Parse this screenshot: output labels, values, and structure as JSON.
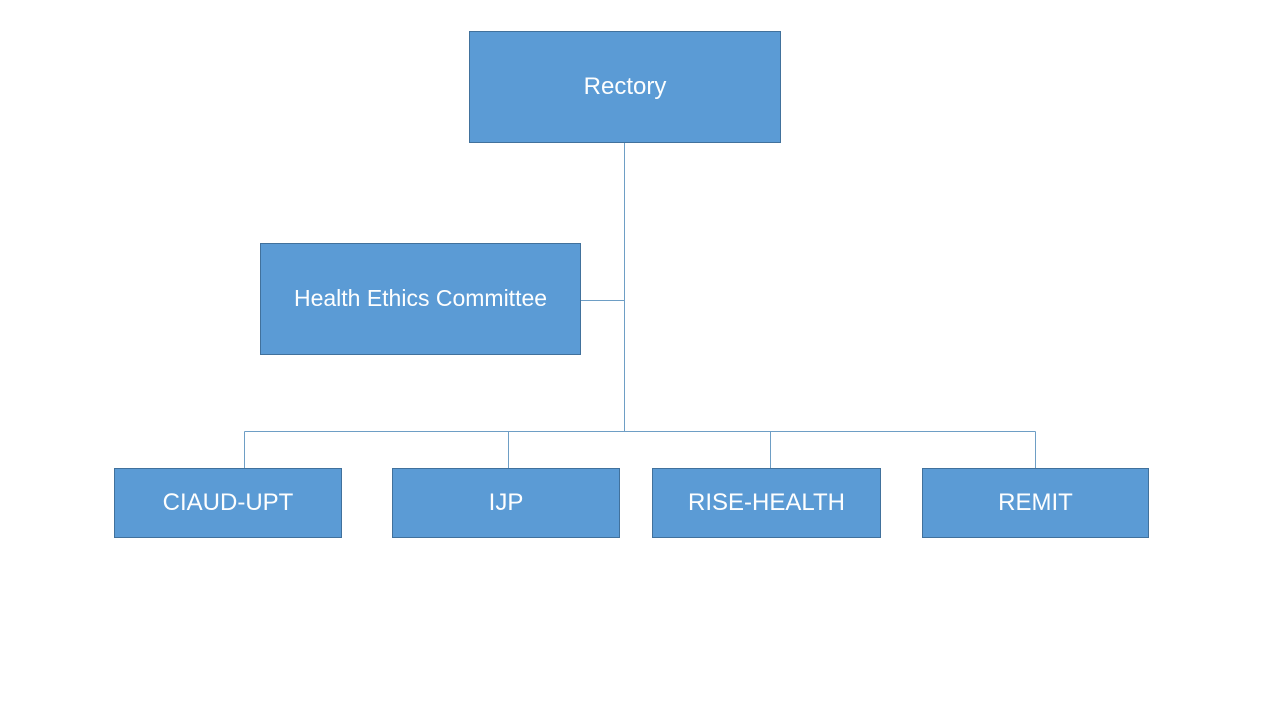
{
  "diagram": {
    "type": "org-chart",
    "colors": {
      "background": "#ffffff",
      "node_fill": "#5b9bd5",
      "node_border": "#41719c",
      "connector": "#6e9ec5",
      "label_text": "#fdfefe"
    },
    "nodes": [
      {
        "id": "rectory",
        "label": "Rectory",
        "role": "root"
      },
      {
        "id": "health-ethics-committee",
        "label": "Health Ethics Committee",
        "role": "assistant"
      },
      {
        "id": "ciaud-upt",
        "label": "CIAUD-UPT",
        "role": "child"
      },
      {
        "id": "ijp",
        "label": "IJP",
        "role": "child"
      },
      {
        "id": "rise-health",
        "label": "RISE-HEALTH",
        "role": "child"
      },
      {
        "id": "remit",
        "label": "REMIT",
        "role": "child"
      }
    ],
    "edges": [
      {
        "from": "Rectory",
        "to": "Health Ethics Committee"
      },
      {
        "from": "Rectory",
        "to": "CIAUD-UPT"
      },
      {
        "from": "Rectory",
        "to": "IJP"
      },
      {
        "from": "Rectory",
        "to": "RISE-HEALTH"
      },
      {
        "from": "Rectory",
        "to": "REMIT"
      }
    ]
  }
}
